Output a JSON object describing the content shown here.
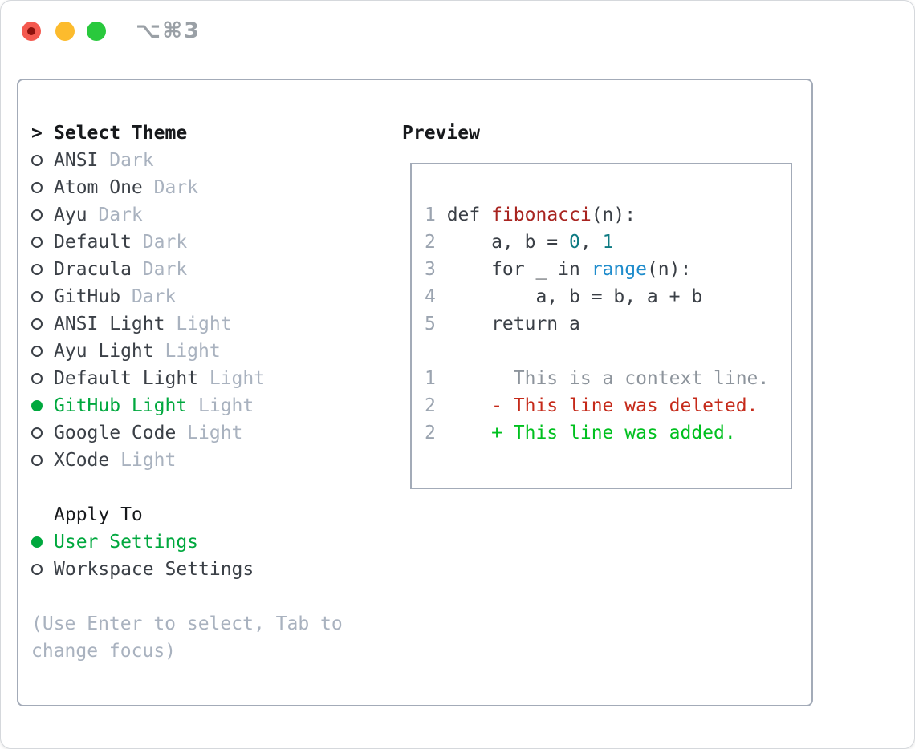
{
  "titlebar": {
    "shortcut": "⌥⌘3",
    "traffic_lights": [
      "close",
      "minimize",
      "zoom"
    ]
  },
  "theme_list": {
    "header": {
      "prompt": ">",
      "label": "Select Theme"
    },
    "items": [
      {
        "label": "ANSI",
        "tag": "Dark",
        "selected": false
      },
      {
        "label": "Atom One",
        "tag": "Dark",
        "selected": false
      },
      {
        "label": "Ayu",
        "tag": "Dark",
        "selected": false
      },
      {
        "label": "Default",
        "tag": "Dark",
        "selected": false
      },
      {
        "label": "Dracula",
        "tag": "Dark",
        "selected": false
      },
      {
        "label": "GitHub",
        "tag": "Dark",
        "selected": false
      },
      {
        "label": "ANSI Light",
        "tag": "Light",
        "selected": false
      },
      {
        "label": "Ayu Light",
        "tag": "Light",
        "selected": false
      },
      {
        "label": "Default Light",
        "tag": "Light",
        "selected": false
      },
      {
        "label": "GitHub Light",
        "tag": "Light",
        "selected": true
      },
      {
        "label": "Google Code",
        "tag": "Light",
        "selected": false
      },
      {
        "label": "XCode",
        "tag": "Light",
        "selected": false
      }
    ]
  },
  "apply_to": {
    "header": "Apply To",
    "options": [
      {
        "label": "User Settings",
        "selected": true
      },
      {
        "label": "Workspace Settings",
        "selected": false
      }
    ]
  },
  "hint_lines": [
    "(Use Enter to select, Tab to",
    "change focus)"
  ],
  "preview": {
    "header": "Preview",
    "code_lines": [
      {
        "num": "1",
        "segments": [
          {
            "text": "def ",
            "color": "code"
          },
          {
            "text": "fibonacci",
            "color": "function"
          },
          {
            "text": "(n):",
            "color": "code"
          }
        ]
      },
      {
        "num": "2",
        "segments": [
          {
            "text": "    a, b = ",
            "color": "code"
          },
          {
            "text": "0",
            "color": "number"
          },
          {
            "text": ", ",
            "color": "code"
          },
          {
            "text": "1",
            "color": "number"
          }
        ]
      },
      {
        "num": "3",
        "segments": [
          {
            "text": "    for _ in ",
            "color": "code"
          },
          {
            "text": "range",
            "color": "builtin"
          },
          {
            "text": "(n):",
            "color": "code"
          }
        ]
      },
      {
        "num": "4",
        "segments": [
          {
            "text": "        a, b = b, a + b",
            "color": "code"
          }
        ]
      },
      {
        "num": "5",
        "segments": [
          {
            "text": "    return a",
            "color": "code"
          }
        ]
      },
      {
        "num": "",
        "segments": []
      },
      {
        "num": "1",
        "segments": [
          {
            "text": "      This is a context line.",
            "color": "context"
          }
        ]
      },
      {
        "num": "2",
        "segments": [
          {
            "text": "    - This line was deleted.",
            "color": "deleted"
          }
        ]
      },
      {
        "num": "2",
        "segments": [
          {
            "text": "    + This line was added.",
            "color": "added"
          }
        ]
      }
    ]
  },
  "palette": {
    "code": "#3a3f46",
    "function": "#a82420",
    "builtin": "#1f8ccc",
    "number": "#0f7b83",
    "context": "#8d949c",
    "deleted": "#c52a1a",
    "added": "#00c01f",
    "line_number": "#9ba4b0",
    "selected_green": "#00a83e",
    "tag_gray": "#a9b2bf",
    "border_gray": "#a3abb8",
    "traffic_red": "#f4594f",
    "traffic_yellow": "#fcbb2d",
    "traffic_green": "#29c93d"
  }
}
